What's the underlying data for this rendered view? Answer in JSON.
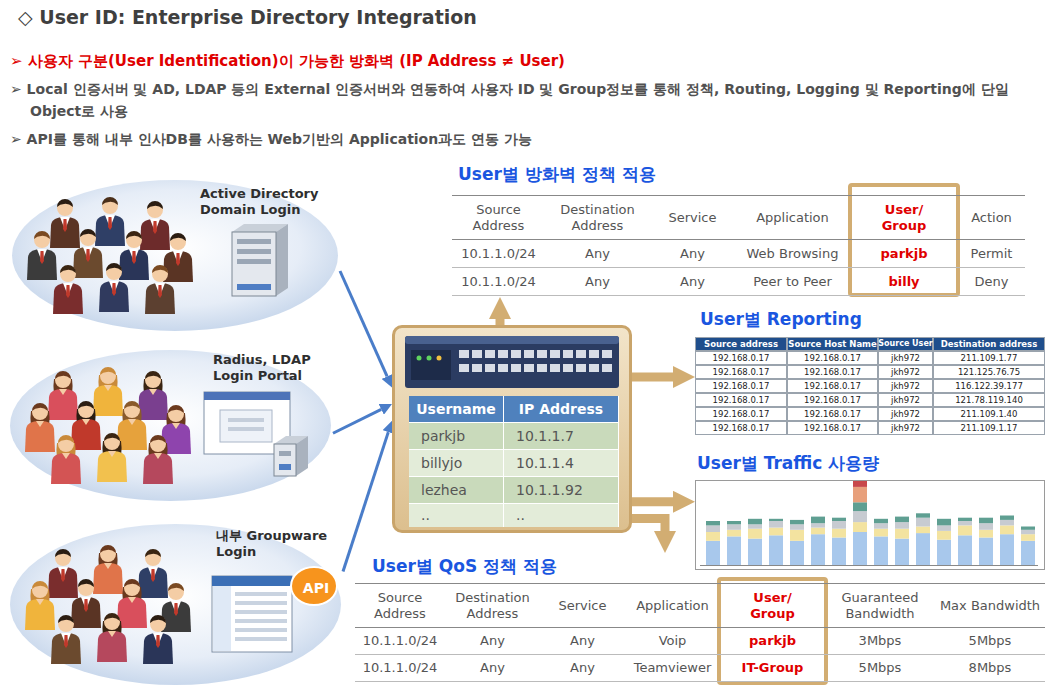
{
  "diagram": {
    "title": "◇ User ID: Enterprise Directory Integration",
    "nodes": [
      {
        "text": [
          "Active Directory Domain Login"
        ]
      },
      {
        "text": [
          "Radius, LDAP Login Portal"
        ]
      },
      {
        "text": [
          "내부 Groupware Login"
        ]
      },
      {
        "text": [
          "API"
        ],
        "in": 2
      },
      {
        "text": [
          "Username",
          "IP Address",
          "parkjb",
          "10.1.1.7",
          "billyjo",
          "10.1.1.4",
          "lezhea",
          "10.1.1.92",
          "..",
          ".."
        ]
      },
      {
        "text": [
          "User별 방화벽 정책 적용",
          "Source Address",
          "Destination Address",
          "Service",
          "Application",
          "User/ Group",
          "Action",
          "10.1.1.0/24",
          "Any",
          "Any",
          "Web Browsing",
          "parkjb",
          "Permit",
          "10.1.1.0/24",
          "Any",
          "Any",
          "Peer to Peer",
          "billy",
          "Deny"
        ]
      },
      {
        "text": [
          "User별 Reporting",
          "Source address",
          "Source Host Name",
          "Source User",
          "Destination address",
          "192.168.0.17",
          "192.168.0.17",
          "jkh972",
          "211.109.1.77",
          "192.168.0.17",
          "192.168.0.17",
          "jkh972",
          "121.125.76.75",
          "192.168.0.17",
          "192.168.0.17",
          "jkh972",
          "116.122.39.177",
          "192.168.0.17",
          "192.168.0.17",
          "jkh972",
          "121.78.119.140",
          "192.168.0.17",
          "192.168.0.17",
          "jkh972",
          "211.109.1.40",
          "192.168.0.17",
          "192.168.0.17",
          "jkh972",
          "211.109.1.17"
        ]
      },
      {
        "text": [
          "User별 Traffic 사용량"
        ]
      },
      {
        "text": [
          "User별 QoS 정책 적용",
          "Source Address",
          "Destination Address",
          "Service",
          "Application",
          "User/ Group",
          "Guaranteed Bandwidth",
          "Max Bandwidth",
          "10.1.1.0/24",
          "Any",
          "Any",
          "Voip",
          "parkjb",
          "3Mbps",
          "5Mbps",
          "10.1.1.0/24",
          "Any",
          "Any",
          "Teamviewer",
          "IT-Group",
          "5Mbps",
          "8Mbps"
        ]
      }
    ],
    "edges": [
      {
        "from": 0,
        "to": 4,
        "arrow": "to"
      },
      {
        "from": 1,
        "to": 4,
        "arrow": "to"
      },
      {
        "from": 2,
        "to": 4,
        "arrow": "to"
      },
      {
        "from": 4,
        "to": 5,
        "arrow": "to"
      },
      {
        "from": 4,
        "to": 6,
        "arrow": "to"
      },
      {
        "from": 4,
        "to": 7,
        "arrow": "to"
      },
      {
        "from": 4,
        "to": 8,
        "arrow": "to"
      }
    ],
    "labels": [
      "➢ 사용자 구분(User Identification)이 가능한 방화벽 (IP Address ≠ User)",
      "➢ Local 인증서버 및 AD, LDAP 등의 External 인증서버와 연동하여 사용자 ID 및 Group정보를 통해 정책, Routing, Logging 및 Reporting에 단일 Object로 사용",
      "➢ API를 통해 내부 인사DB를 사용하는 Web기반의 Application과도 연동 가능"
    ]
  }
}
